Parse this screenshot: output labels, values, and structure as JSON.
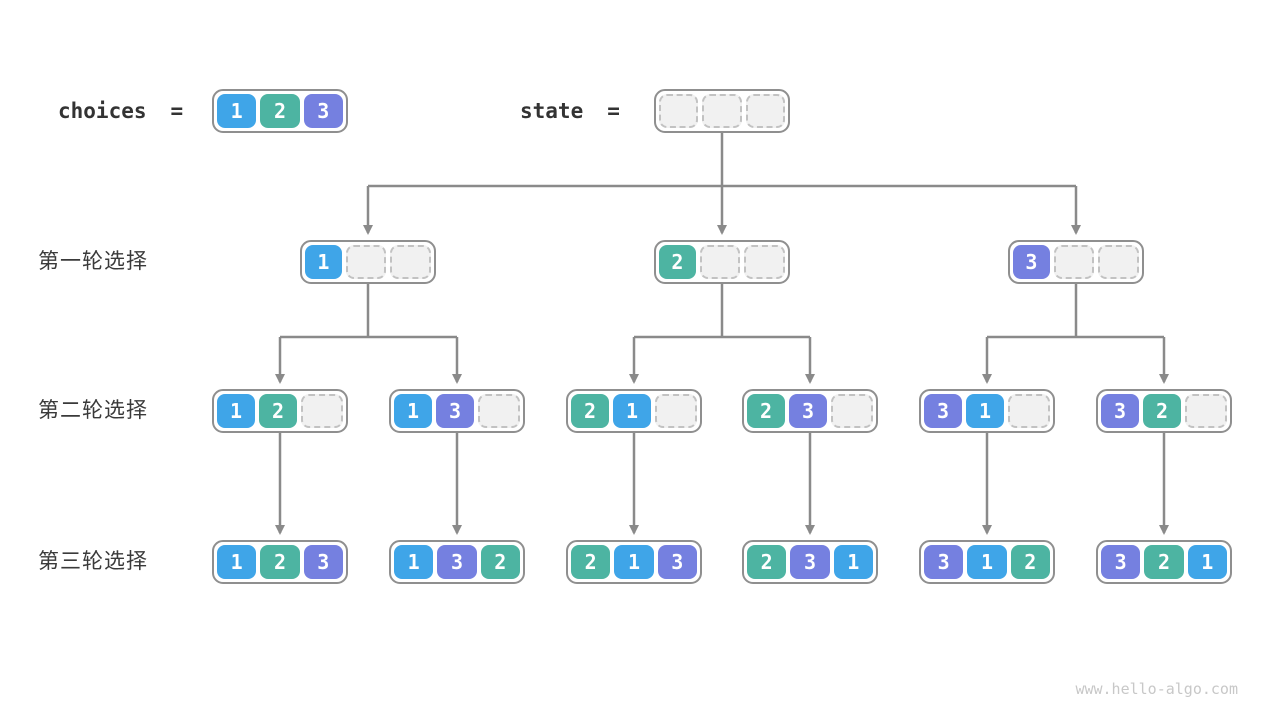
{
  "colors": {
    "1": "#3fa5e8",
    "2": "#4db4a2",
    "3": "#7580e0",
    "arrow": "#8a8a8a"
  },
  "header": {
    "choices_label": "choices",
    "equals": "=",
    "choices_cells": [
      1,
      2,
      3
    ],
    "state_label": "state",
    "state_cells": [
      null,
      null,
      null
    ]
  },
  "rows": [
    {
      "label": "第一轮选择",
      "boxes": [
        [
          1,
          null,
          null
        ],
        [
          2,
          null,
          null
        ],
        [
          3,
          null,
          null
        ]
      ]
    },
    {
      "label": "第二轮选择",
      "boxes": [
        [
          1,
          2,
          null
        ],
        [
          1,
          3,
          null
        ],
        [
          2,
          1,
          null
        ],
        [
          2,
          3,
          null
        ],
        [
          3,
          1,
          null
        ],
        [
          3,
          2,
          null
        ]
      ]
    },
    {
      "label": "第三轮选择",
      "boxes": [
        [
          1,
          2,
          3
        ],
        [
          1,
          3,
          2
        ],
        [
          2,
          1,
          3
        ],
        [
          2,
          3,
          1
        ],
        [
          3,
          1,
          2
        ],
        [
          3,
          2,
          1
        ]
      ]
    }
  ],
  "footer": {
    "text": "www.hello-algo.com"
  }
}
